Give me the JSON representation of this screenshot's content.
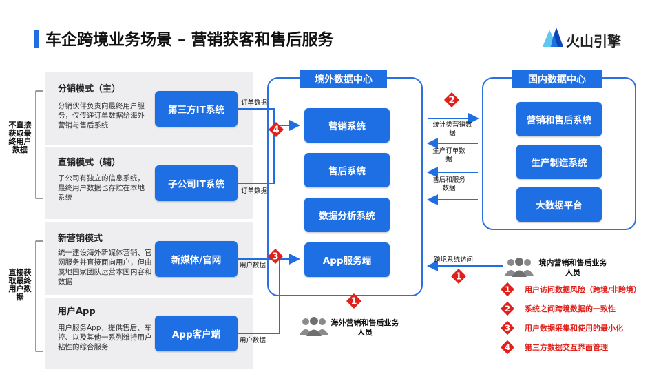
{
  "title": "车企跨境业务场景 – 营销获客和售后服务",
  "logo": {
    "text": "火山引擎"
  },
  "side_labels": {
    "indirect": "不直接获取最终用户数据",
    "direct": "直接获取最终用户数据"
  },
  "modes": [
    {
      "title": "分销模式（主）",
      "desc": "分销伙伴负责向最终用户服务，仅传递订单数据给海外营销与售后系统",
      "system": "第三方IT系统",
      "flow": "订单数据"
    },
    {
      "title": "直销模式（辅）",
      "desc": "子公司有独立的信息系统，最终用户数据也存贮在本地系统",
      "system": "子公司IT系统",
      "flow": "订单数据"
    },
    {
      "title": "新营销模式",
      "desc": "统一建设海外新媒体营销、官网服务并直接面向用户，但由属地国家团队运营本国内容和数据",
      "system": "新媒体/官网",
      "flow": "用户数据"
    },
    {
      "title": "用户App",
      "desc": "用户服务App，提供售后、车控、以及其他一系列维持用户粘性的综合服务",
      "system": "App客户端",
      "flow": "用户数据"
    }
  ],
  "overseas_dc": {
    "label": "境外数据中心",
    "systems": [
      "营销系统",
      "售后系统",
      "数据分析系统",
      "App服务端"
    ]
  },
  "domestic_dc": {
    "label": "国内数据中心",
    "systems": [
      "营销和售后系统",
      "生产制造系统",
      "大数据平台"
    ]
  },
  "cross_flows": [
    "统计类营销数据",
    "生产订单数据",
    "售后和服务数据",
    "跨境系统访问"
  ],
  "personas": {
    "overseas": "海外营销和售后业务人员",
    "domestic": "境内营销和售后业务人员"
  },
  "markers": [
    "1",
    "2",
    "3",
    "4"
  ],
  "legend": [
    {
      "num": "1",
      "text": "用户访问数据风险（跨境/非跨境）"
    },
    {
      "num": "2",
      "text": "系统之间跨境数据的一致性"
    },
    {
      "num": "3",
      "text": "用户数据采集和使用的最小化"
    },
    {
      "num": "4",
      "text": "第三方数据交互界面管理"
    }
  ],
  "colors": {
    "accent": "#1e6ee4",
    "risk": "#e0201a",
    "panel": "#eeeef0"
  }
}
